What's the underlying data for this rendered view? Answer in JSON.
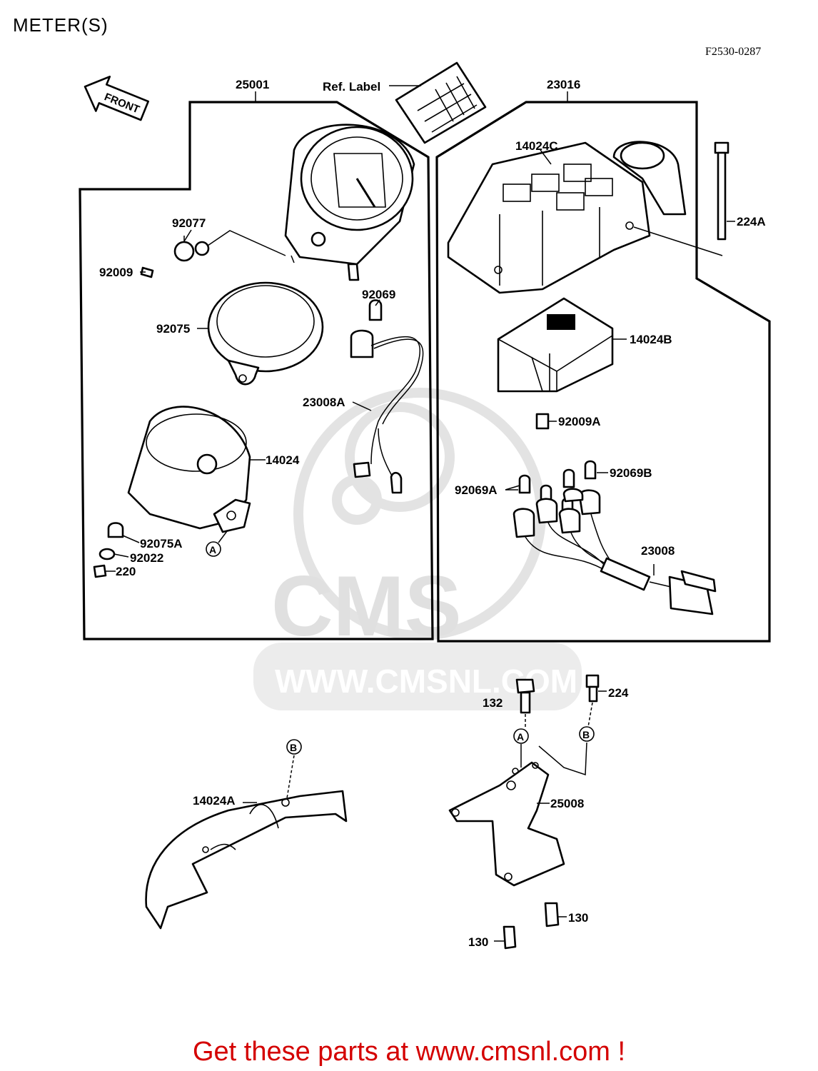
{
  "title": "METER(S)",
  "diagram_code": "F2530-0287",
  "front_arrow_text": "FRONT",
  "watermark": {
    "logo_text": "CMS",
    "url_text": "WWW.CMSNL.COM"
  },
  "labels": {
    "assembly_25001": "25001",
    "ref_label": "Ref. Label",
    "assembly_23016": "23016",
    "p92077": "92077",
    "p92009": "92009",
    "p92069": "92069",
    "p92075": "92075",
    "p23008A": "23008A",
    "p14024": "14024",
    "p92075A": "92075A",
    "p92022": "92022",
    "p220": "220",
    "p14024C": "14024C",
    "p224A": "224A",
    "p14024B": "14024B",
    "p92009A": "92009A",
    "p92069A": "92069A",
    "p92069B": "92069B",
    "p23008": "23008",
    "p132": "132",
    "p224": "224",
    "p14024A": "14024A",
    "p25008": "25008",
    "p130a": "130",
    "p130b": "130",
    "ref_a1": "A",
    "ref_b1": "B",
    "ref_a2": "A",
    "ref_b2": "B"
  },
  "footer": "Get these parts at www.cmsnl.com !"
}
